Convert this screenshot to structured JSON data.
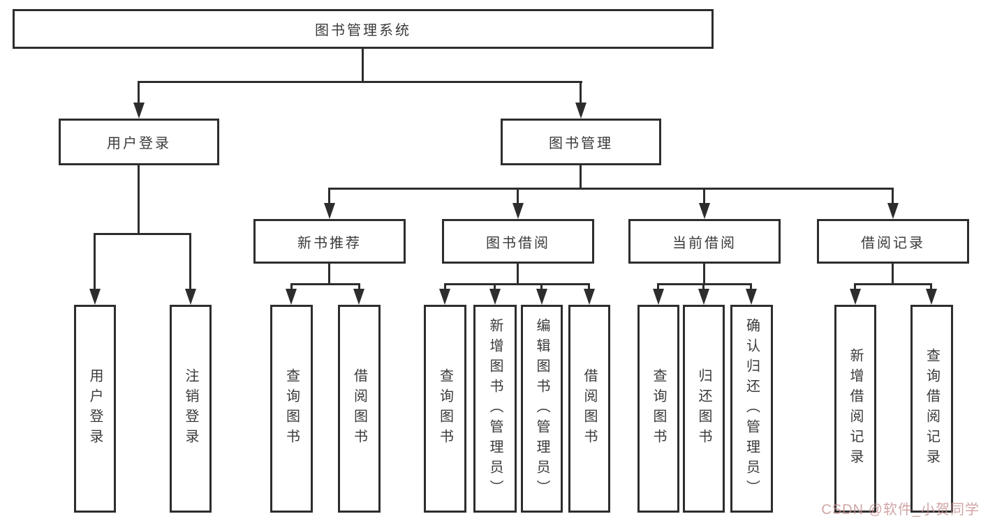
{
  "diagram": {
    "root": {
      "label": "图书管理系统"
    },
    "level2": [
      {
        "label": "用户登录"
      },
      {
        "label": "图书管理"
      }
    ],
    "level3": [
      {
        "label": "新书推荐"
      },
      {
        "label": "图书借阅"
      },
      {
        "label": "当前借阅"
      },
      {
        "label": "借阅记录"
      }
    ],
    "leaves": {
      "user_login": [
        "用户登录",
        "注销登录"
      ],
      "new_book": [
        "查询图书",
        "借阅图书"
      ],
      "borrow": [
        "查询图书",
        "新增图书（管理员）",
        "编辑图书（管理员）",
        "借阅图书"
      ],
      "current": [
        "查询图书",
        "归还图书",
        "确认归还（管理员）"
      ],
      "records": [
        "新增借阅记录",
        "查询借阅记录"
      ]
    }
  },
  "watermark": {
    "text": "CSDN @软件_小贺同学",
    "color": "#c58f8f"
  },
  "colors": {
    "line": "#2d2d2d",
    "text": "#3a3a3a",
    "background": "#ffffff"
  }
}
